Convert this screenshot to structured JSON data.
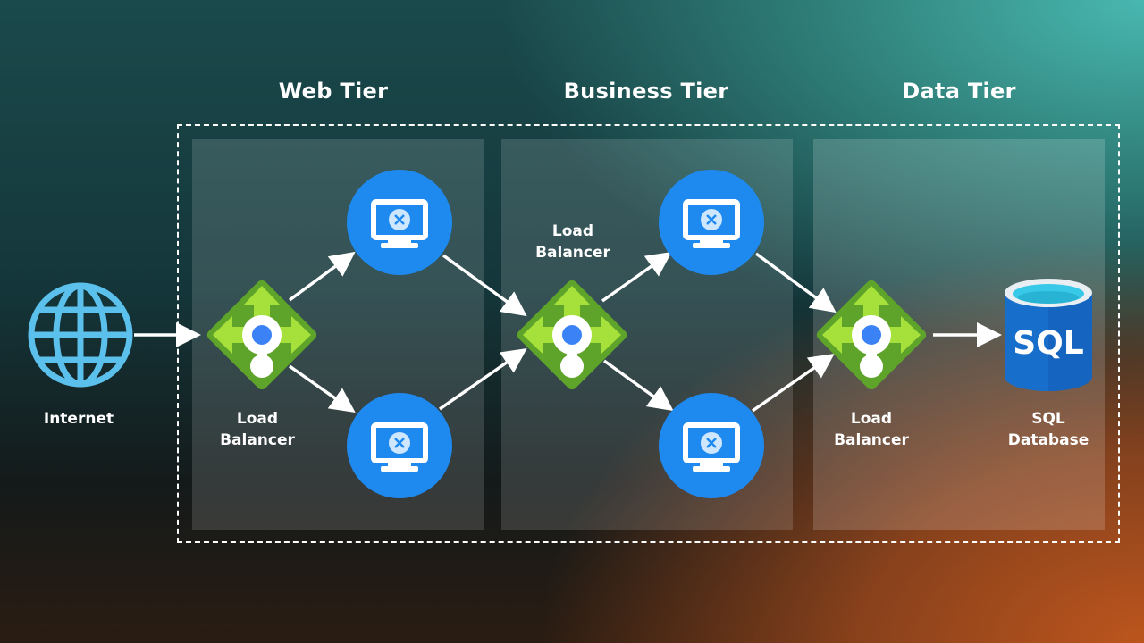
{
  "tiers": [
    {
      "title": "Web Tier"
    },
    {
      "title": "Business Tier"
    },
    {
      "title": "Data Tier"
    }
  ],
  "nodes": {
    "internet": {
      "label": "Internet",
      "icon": "globe-icon"
    },
    "lb_web": {
      "label_line1": "Load",
      "label_line2": "Balancer",
      "icon": "load-balancer-icon"
    },
    "vm_web_top": {
      "icon": "virtual-machine-icon"
    },
    "vm_web_bottom": {
      "icon": "virtual-machine-icon"
    },
    "lb_business": {
      "label_line1": "Load",
      "label_line2": "Balancer",
      "icon": "load-balancer-icon"
    },
    "vm_business_top": {
      "icon": "virtual-machine-icon"
    },
    "vm_business_bottom": {
      "icon": "virtual-machine-icon"
    },
    "lb_data": {
      "label_line1": "Load",
      "label_line2": "Balancer",
      "icon": "load-balancer-icon"
    },
    "sql_db": {
      "label_line1": "SQL",
      "label_line2": "Database",
      "icon_text": "SQL",
      "icon": "sql-database-icon"
    }
  },
  "colors": {
    "globe": "#5bc0eb",
    "lb_dark": "#5ea32a",
    "lb_light": "#a6e03a",
    "lb_dot": "#3b82f6",
    "vm_blue": "#1e8af0",
    "sql_blue": "#1565c0",
    "sql_top": "#38c8e8"
  },
  "connections": [
    [
      "internet",
      "lb_web"
    ],
    [
      "lb_web",
      "vm_web_top"
    ],
    [
      "lb_web",
      "vm_web_bottom"
    ],
    [
      "vm_web_top",
      "lb_business"
    ],
    [
      "vm_web_bottom",
      "lb_business"
    ],
    [
      "lb_business",
      "vm_business_top"
    ],
    [
      "lb_business",
      "vm_business_bottom"
    ],
    [
      "vm_business_top",
      "lb_data"
    ],
    [
      "vm_business_bottom",
      "lb_data"
    ],
    [
      "lb_data",
      "sql_db"
    ]
  ]
}
